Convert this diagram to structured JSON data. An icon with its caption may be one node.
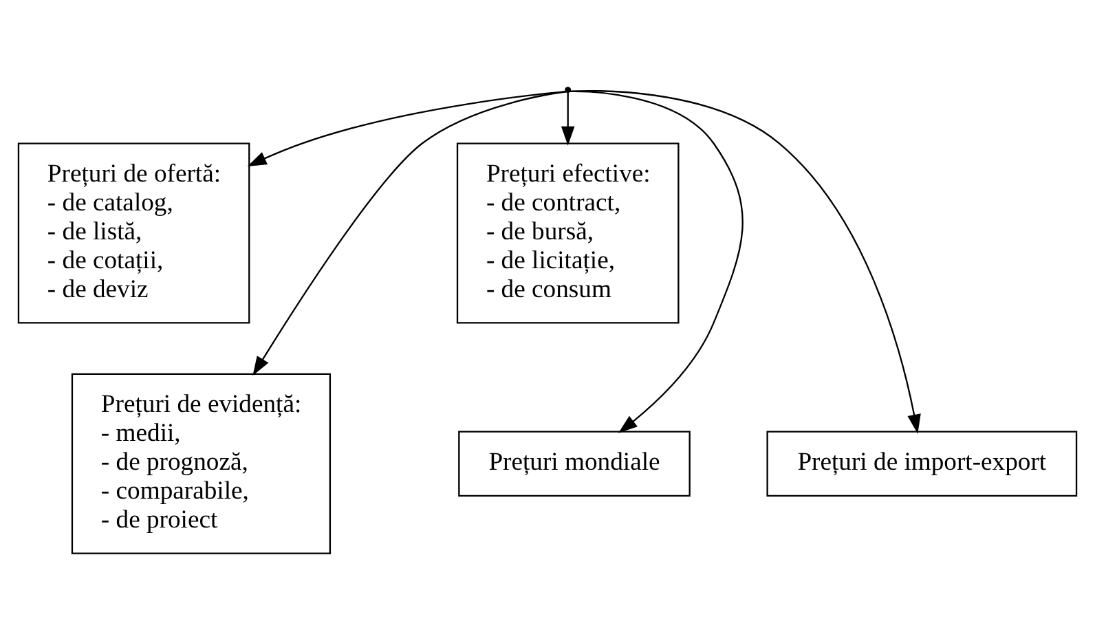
{
  "diagram": {
    "nodes": [
      {
        "text": [],
        "shape": "point"
      },
      {
        "text": [
          "Prețuri de ofertă:",
          "- de catalog,",
          "- de listă,",
          "- de cotații,",
          "- de deviz"
        ]
      },
      {
        "text": [
          "Prețuri efective:",
          "- de contract,",
          "- de bursă,",
          "- de licitație,",
          "- de consum"
        ]
      },
      {
        "text": [
          "Prețuri de evidență:",
          "- medii,",
          "- de prognoză,",
          "- comparabile,",
          "- de proiect"
        ]
      },
      {
        "text": [
          "Prețuri de import-export"
        ]
      },
      {
        "text": [
          "Prețuri mondiale"
        ]
      }
    ],
    "edges": [
      {
        "from": 0,
        "to": 1,
        "arrow": "to"
      },
      {
        "from": 0,
        "to": 3,
        "arrow": "to"
      },
      {
        "from": 0,
        "to": 4,
        "arrow": "to"
      },
      {
        "from": 0,
        "to": 5,
        "arrow": "to"
      },
      {
        "from": 0,
        "to": 2,
        "arrow": "to"
      }
    ]
  }
}
